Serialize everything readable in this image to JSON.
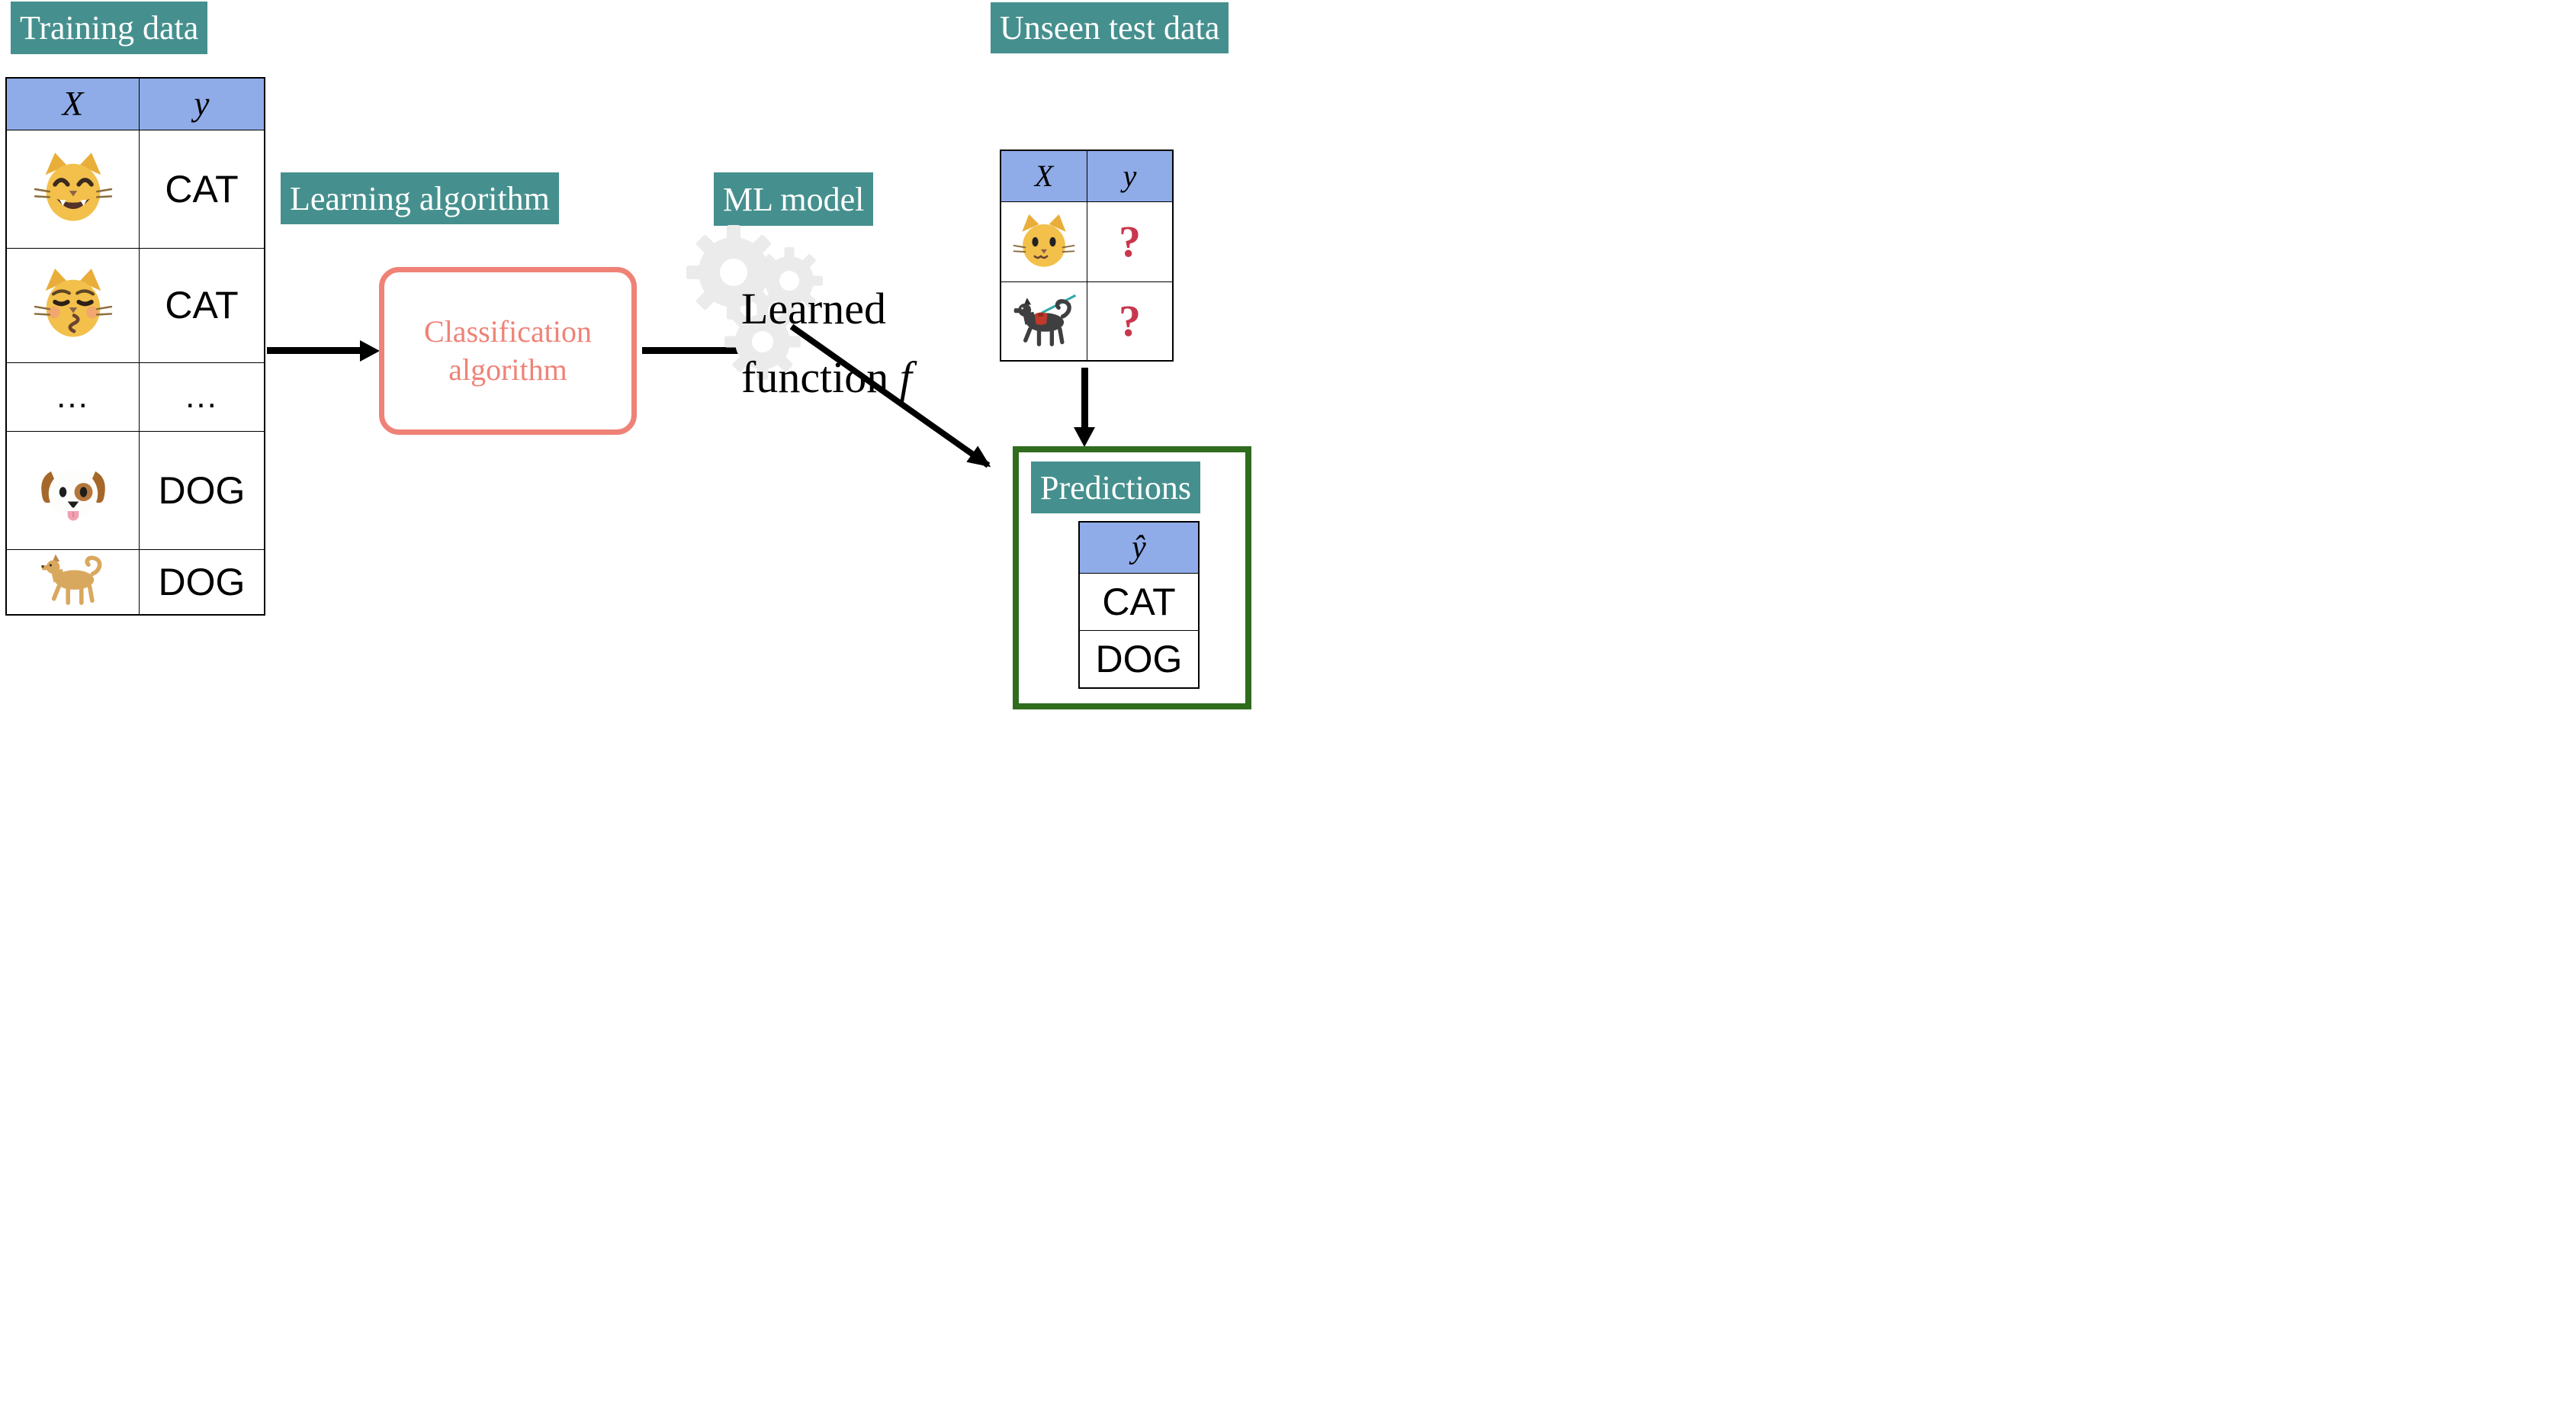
{
  "colors": {
    "teal_label_bg": "#45908E",
    "table_header_bg": "#8FACE8",
    "coral_box": "#EF8277",
    "question_mark_red": "#C8374E",
    "predictions_border_green": "#2F6C1E",
    "gear_gray": "#EBEBEB",
    "arrow_black": "#000000"
  },
  "labels": {
    "training": "Training data",
    "learning": "Learning algorithm",
    "ml_model": "ML model",
    "unseen": "Unseen test data",
    "predictions": "Predictions"
  },
  "training_table": {
    "columns": [
      "X",
      "y"
    ],
    "rows": [
      {
        "x_icon": "grinning-cat-emoji",
        "y": "CAT"
      },
      {
        "x_icon": "kissing-cat-emoji",
        "y": "CAT"
      },
      {
        "x": "...",
        "y": "..."
      },
      {
        "x_icon": "dog-face-emoji",
        "y": "DOG"
      },
      {
        "x_icon": "walking-dog-emoji",
        "y": "DOG"
      }
    ]
  },
  "flow": {
    "classification_line1": "Classification",
    "classification_line2": "algorithm",
    "learned_line1": "Learned",
    "learned_line2": "function",
    "f": "f"
  },
  "test_table": {
    "columns": [
      "X",
      "y"
    ],
    "rows": [
      {
        "x_icon": "cat-face-emoji",
        "y": "?"
      },
      {
        "x_icon": "guide-dog-emoji",
        "y": "?"
      }
    ]
  },
  "predictions_table": {
    "columns": [
      "ŷ"
    ],
    "rows": [
      "CAT",
      "DOG"
    ]
  }
}
